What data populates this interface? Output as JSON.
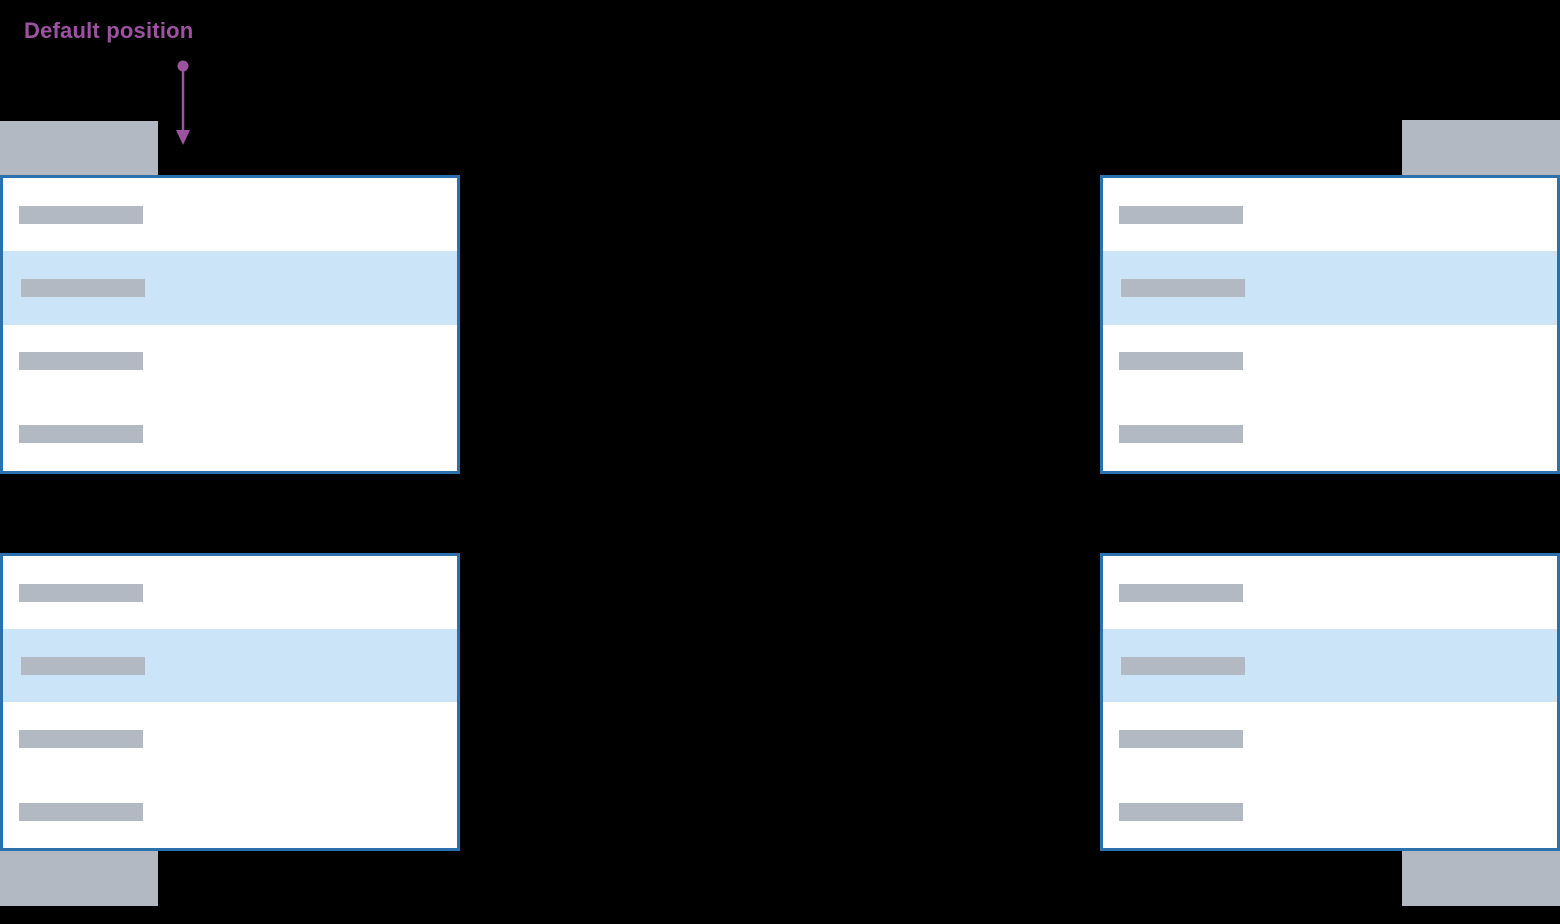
{
  "annotation": {
    "label": "Default position",
    "arrow_icon": "arrow-down-icon",
    "color": "#9c52a1"
  },
  "colors": {
    "background": "#000000",
    "panel_background": "#ffffff",
    "panel_border": "#2b71ae",
    "item_highlight": "#cce4f7",
    "skeleton_gray": "#b3b9c3",
    "annotation_purple": "#9c52a1"
  },
  "menus": [
    {
      "position": "top-left",
      "trigger": "skeleton-toggle",
      "items": [
        {
          "type": "skeleton",
          "highlighted": false
        },
        {
          "type": "skeleton",
          "highlighted": true
        },
        {
          "type": "skeleton",
          "highlighted": false
        },
        {
          "type": "skeleton",
          "highlighted": false
        }
      ]
    },
    {
      "position": "top-right",
      "trigger": "skeleton-toggle",
      "items": [
        {
          "type": "skeleton",
          "highlighted": false
        },
        {
          "type": "skeleton",
          "highlighted": true
        },
        {
          "type": "skeleton",
          "highlighted": false
        },
        {
          "type": "skeleton",
          "highlighted": false
        }
      ]
    },
    {
      "position": "bottom-left",
      "trigger": "skeleton-toggle",
      "items": [
        {
          "type": "skeleton",
          "highlighted": false
        },
        {
          "type": "skeleton",
          "highlighted": true
        },
        {
          "type": "skeleton",
          "highlighted": false
        },
        {
          "type": "skeleton",
          "highlighted": false
        }
      ]
    },
    {
      "position": "bottom-right",
      "trigger": "skeleton-toggle",
      "items": [
        {
          "type": "skeleton",
          "highlighted": false
        },
        {
          "type": "skeleton",
          "highlighted": true
        },
        {
          "type": "skeleton",
          "highlighted": false
        },
        {
          "type": "skeleton",
          "highlighted": false
        }
      ]
    }
  ]
}
